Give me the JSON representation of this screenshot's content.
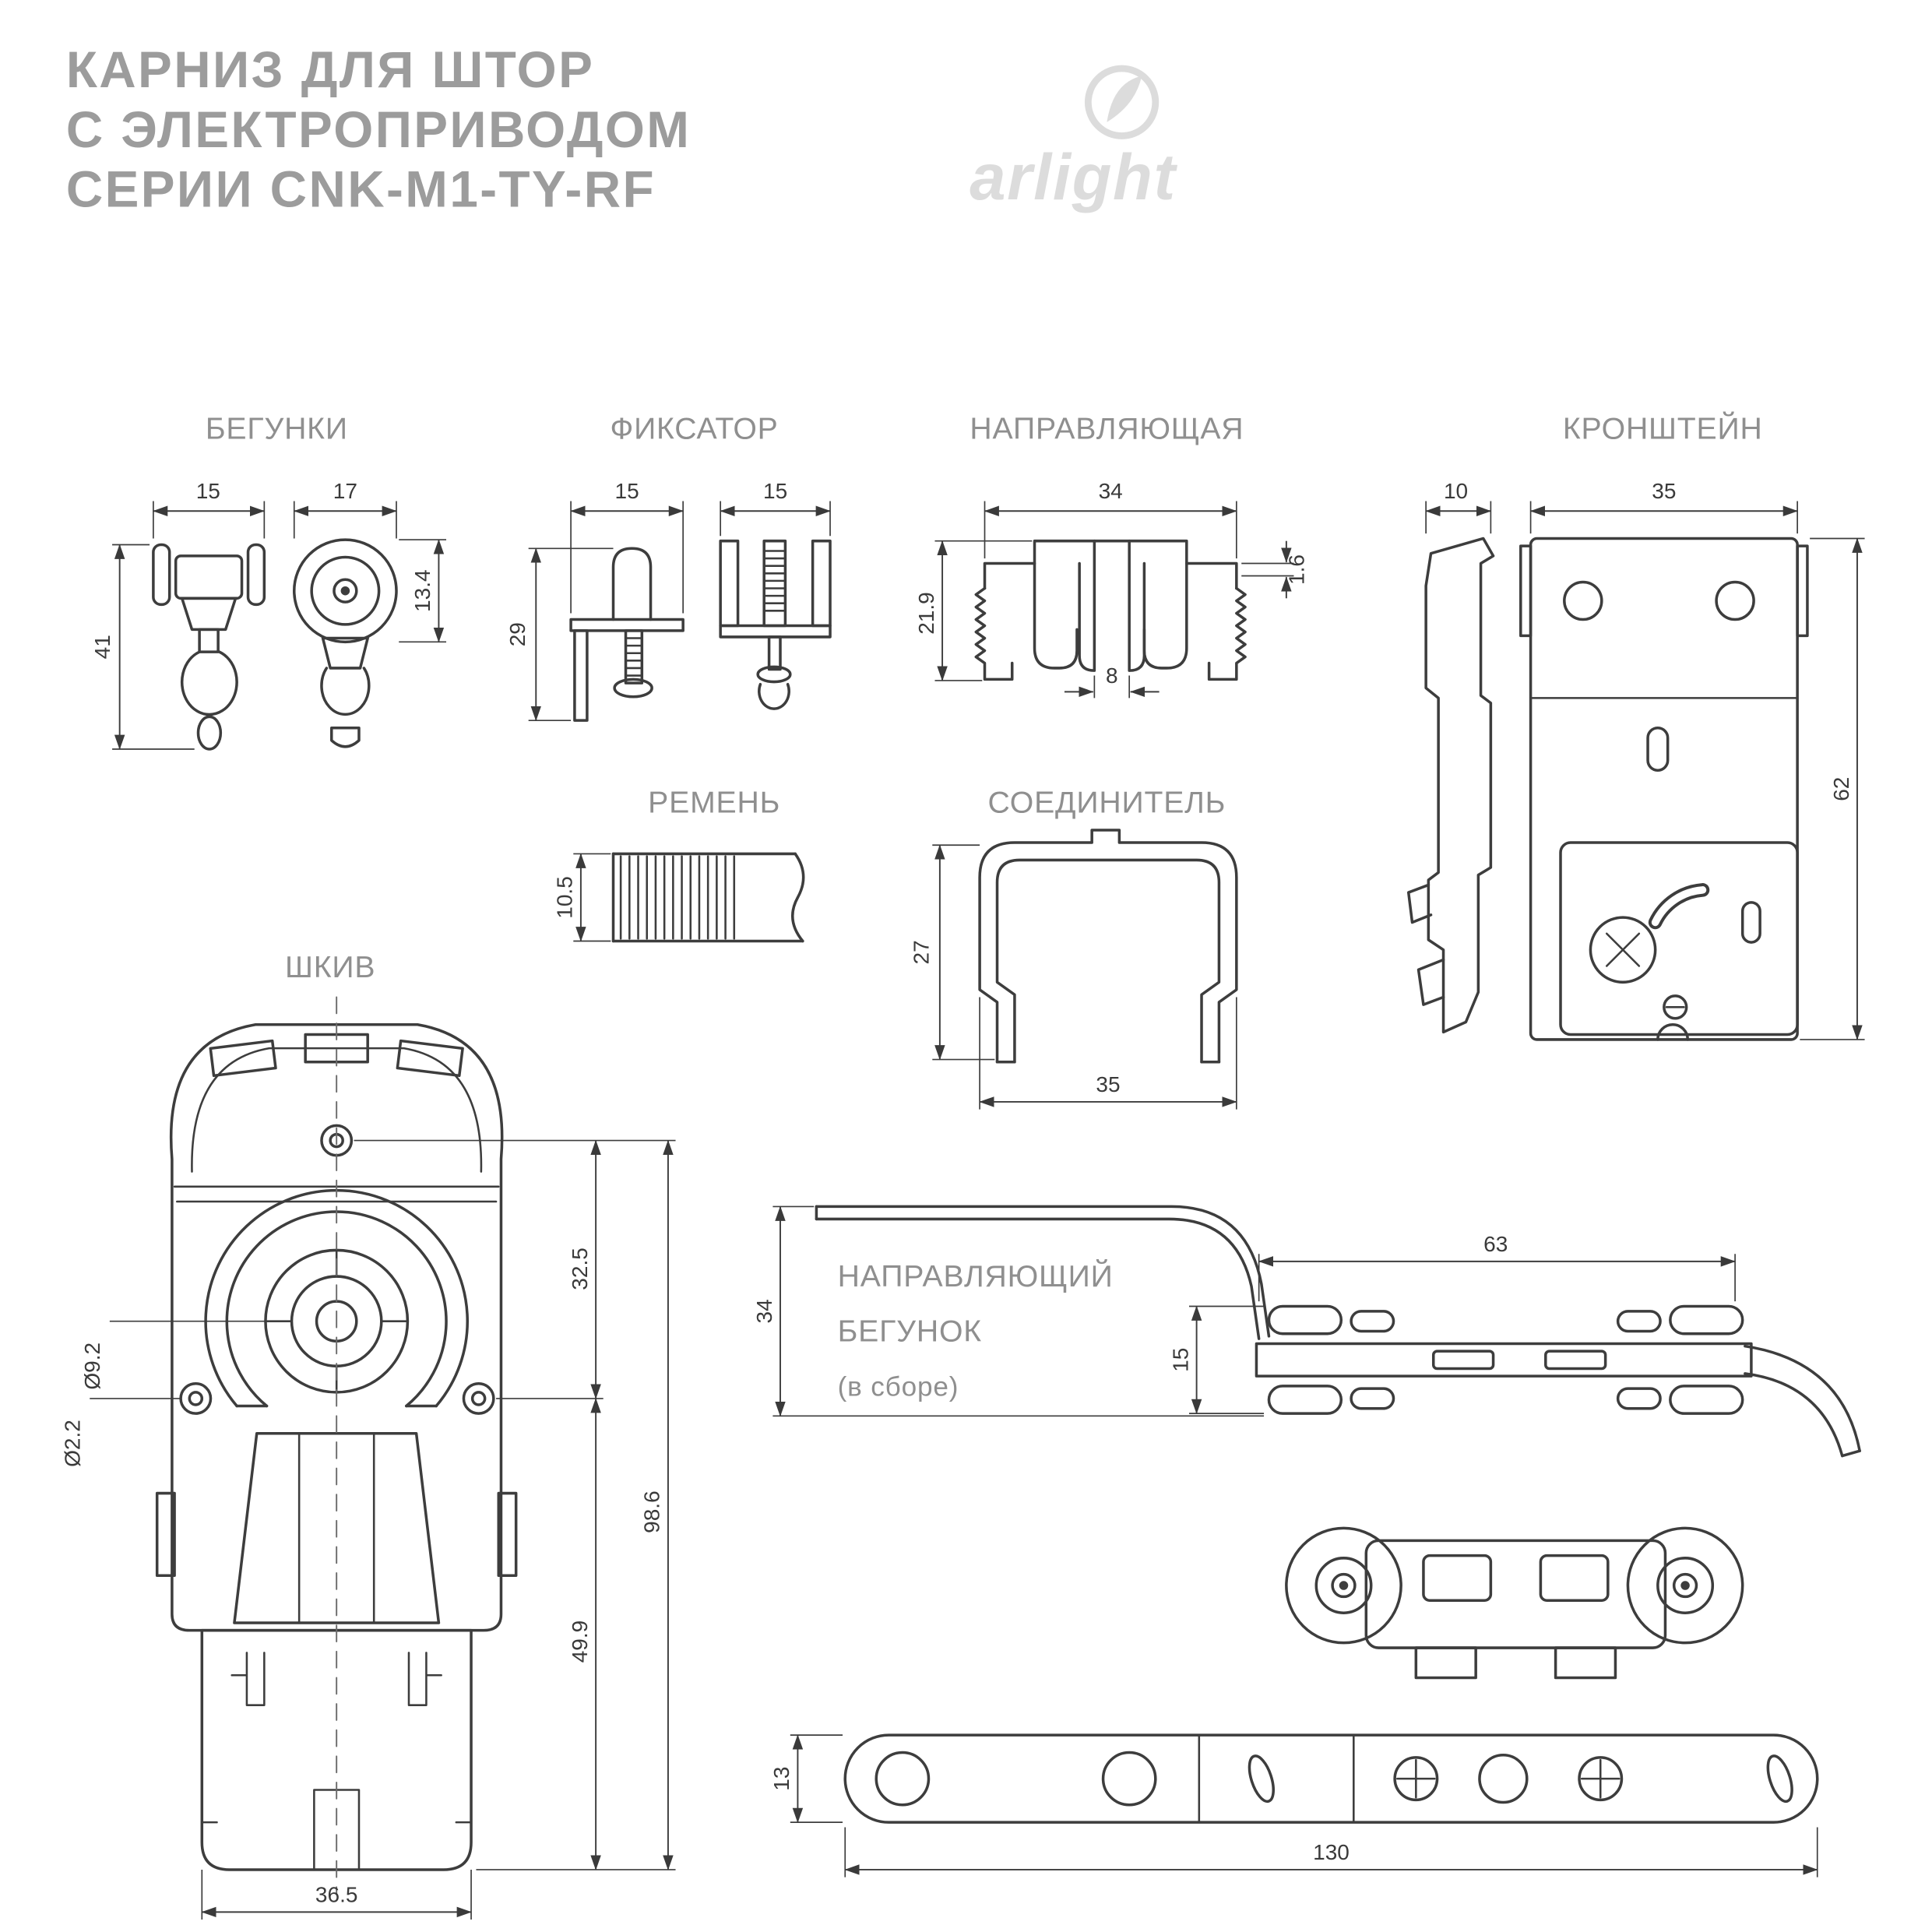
{
  "page": {
    "title": [
      "КАРНИЗ ДЛЯ ШТОР",
      "С ЭЛЕКТРОПРИВОДОМ",
      "СЕРИИ CNK-M1-TY-RF"
    ],
    "brand": "arlight"
  },
  "colors": {
    "drawing_line": "#3d3d3d",
    "label_gray": "#8f8f8f",
    "title_gray": "#9c9c9c",
    "logo_gray": "#dcdcdc"
  },
  "sections": {
    "runners": {
      "label": "БЕГУНКИ",
      "dim_width_left": "15",
      "dim_width_right": "17",
      "dim_height": "41",
      "dim_wheel": "13.4"
    },
    "fixator": {
      "label": "ФИКСАТОР",
      "dim_width_left": "15",
      "dim_width_right": "15",
      "dim_height": "29"
    },
    "rail": {
      "label": "НАПРАВЛЯЮЩАЯ",
      "dim_width": "34",
      "dim_height": "21.9",
      "dim_slot": "8",
      "dim_thickness": "1.6"
    },
    "bracket": {
      "label": "КРОНШТЕЙН",
      "dim_depth": "10",
      "dim_width": "35",
      "dim_height": "62"
    },
    "belt": {
      "label": "РЕМЕНЬ",
      "dim_height": "10.5"
    },
    "connector": {
      "label": "СОЕДИНИТЕЛЬ",
      "dim_height": "27",
      "dim_width": "35"
    },
    "pulley": {
      "label": "ШКИВ",
      "dim_hole_large": "Ø9.2",
      "dim_hole_small": "Ø2.2",
      "dim_screws": "32.5",
      "dim_total_height": "98.6",
      "dim_lower": "49.9",
      "dim_width": "36.5"
    },
    "guide_runner": {
      "label": [
        "НАПРАВЛЯЮЩИЙ",
        "БЕГУНОК",
        "(в сборе)"
      ],
      "dim_length": "63",
      "dim_arm": "34",
      "dim_body": "15",
      "dim_plate": "13",
      "dim_total": "130"
    }
  }
}
